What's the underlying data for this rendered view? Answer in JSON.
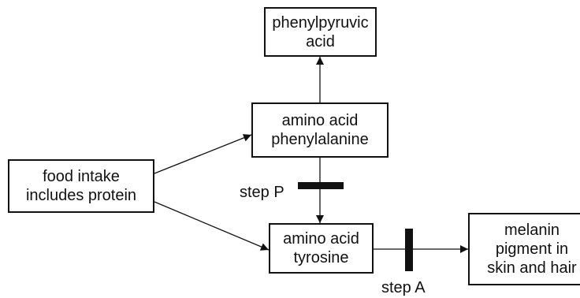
{
  "diagram": {
    "nodes": {
      "food": {
        "lines": [
          "food intake",
          "includes protein"
        ]
      },
      "phenylpyruvic": {
        "lines": [
          "phenylpyruvic",
          "acid"
        ]
      },
      "phenylalanine": {
        "lines": [
          "amino acid",
          "phenylalanine"
        ]
      },
      "tyrosine": {
        "lines": [
          "amino acid",
          "tyrosine"
        ]
      },
      "melanin": {
        "lines": [
          "melanin",
          "pigment in",
          "skin and hair"
        ]
      }
    },
    "steps": {
      "p": "step P",
      "a": "step A"
    }
  }
}
